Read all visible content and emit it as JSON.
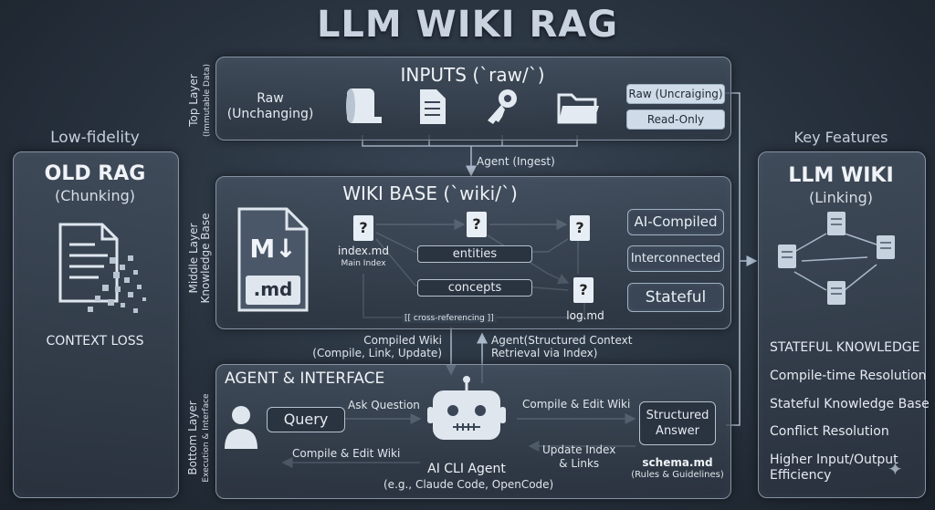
{
  "title": "LLM WIKI RAG",
  "left": {
    "caption": "Low-fidelity",
    "title": "OLD RAG",
    "subtitle": "(Chunking)",
    "footer": "CONTEXT LOSS"
  },
  "right": {
    "caption": "Key Features",
    "title": "LLM WIKI",
    "subtitle": "(Linking)",
    "features": [
      "STATEFUL KNOWLEDGE",
      "Compile-time Resolution",
      "Stateful Knowledge Base",
      "Conflict Resolution",
      "Higher Input/Output",
      "Efficiency"
    ]
  },
  "top_layer": {
    "side_label": "Top Layer",
    "side_sub": "(Immutable Data)",
    "title": "INPUTS (`raw/`)",
    "raw_label_1": "Raw",
    "raw_label_2": "(Unchanging)",
    "tag_1": "Raw (Uncraiging)",
    "tag_2": "Read-Only",
    "ingest": "Agent (Ingest)"
  },
  "middle_layer": {
    "side_label": "Middle Layer",
    "side_sub": "Knowledge Base",
    "title": "WIKI BASE (`wiki/`)",
    "md_badge": "M↓",
    "md_ext": ".md",
    "index_label": "index.md",
    "index_sub": "Main Index",
    "entities": "entities",
    "concepts": "concepts",
    "log_label": "log.md",
    "crossref": "[[ cross-referencing ]]",
    "tags": [
      "AI-Compiled",
      "Interconnected",
      "Stateful"
    ]
  },
  "between": {
    "compiled_1": "Compiled Wiki",
    "compiled_2": "(Compile, Link, Update)",
    "retrieval_1": "Agent(Structured Context",
    "retrieval_2": "Retrieval via Index)"
  },
  "bottom_layer": {
    "side_label": "Bottom Layer",
    "side_sub": "Execution & Interface",
    "title": "AGENT & INTERFACE",
    "query": "Query",
    "ask": "Ask Question",
    "compile_edit_left": "Compile & Edit Wiki",
    "compile_edit_right": "Compile & Edit Wiki",
    "update_1": "Update Index",
    "update_2": "& Links",
    "agent_1": "AI CLI Agent",
    "agent_2": "(e.g., Claude Code, OpenCode)",
    "answer_1": "Structured",
    "answer_2": "Answer",
    "schema": "schema.md",
    "schema_sub": "(Rules & Guidelines)"
  }
}
